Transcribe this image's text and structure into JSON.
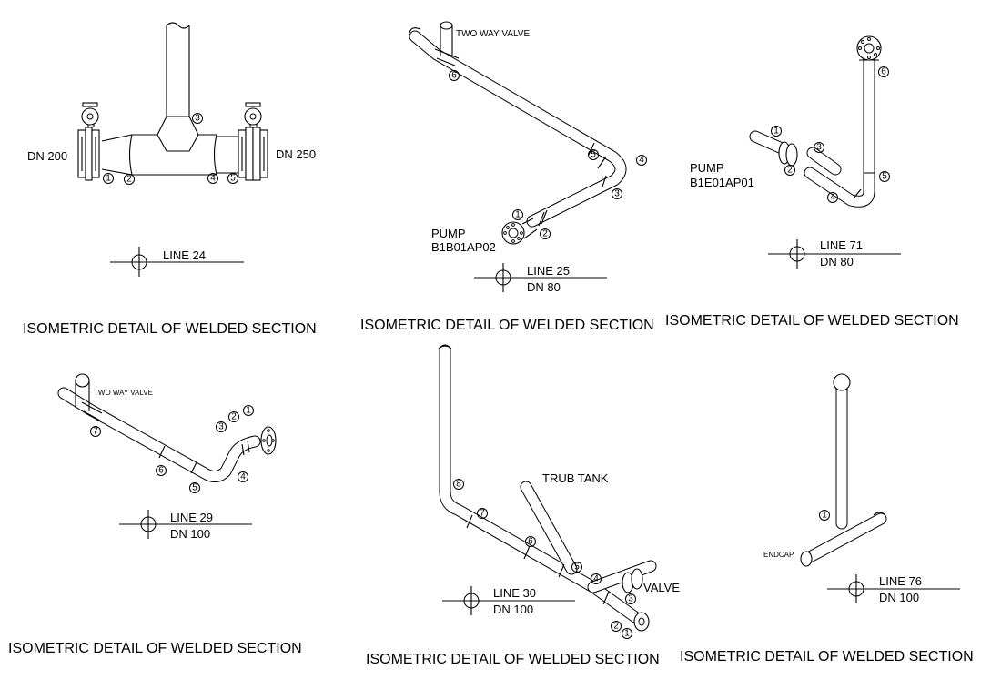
{
  "captions": {
    "c1": "ISOMETRIC DETAIL OF WELDED SECTION",
    "c2": "ISOMETRIC DETAIL OF WELDED SECTION",
    "c3": "ISOMETRIC DETAIL OF WELDED SECTION",
    "c4": "ISOMETRIC DETAIL OF WELDED SECTION",
    "c5": "ISOMETRIC DETAIL OF WELDED SECTION",
    "c6": "ISOMETRIC DETAIL OF WELDED SECTION"
  },
  "lines": {
    "l1": {
      "line": "LINE 24"
    },
    "l2": {
      "line": "LINE 25",
      "dn": "DN 80"
    },
    "l3": {
      "line": "LINE 71",
      "dn": "DN 80"
    },
    "l4": {
      "line": "LINE 29",
      "dn": "DN 100"
    },
    "l5": {
      "line": "LINE 30",
      "dn": "DN 100"
    },
    "l6": {
      "line": "LINE 76",
      "dn": "DN 100"
    }
  },
  "labels": {
    "dn200": "DN 200",
    "dn250": "DN 250",
    "valve2": "TWO WAY VALVE",
    "pump2a": "PUMP",
    "pump2b": "B1B01AP02",
    "pump3a": "PUMP",
    "pump3b": "B1E01AP01",
    "valve4": "TWO WAY VALVE",
    "trub": "TRUB TANK",
    "valve5": "VALVE",
    "endcap": "ENDCAP"
  },
  "weld_numbers": {
    "d1": [
      "1",
      "2",
      "3",
      "4",
      "5"
    ],
    "d2": [
      "1",
      "2",
      "3",
      "4",
      "5",
      "6"
    ],
    "d3": [
      "1",
      "2",
      "3",
      "4",
      "5",
      "6"
    ],
    "d4": [
      "1",
      "2",
      "3",
      "4",
      "5",
      "6",
      "7"
    ],
    "d5": [
      "1",
      "2",
      "3",
      "4",
      "5",
      "6",
      "7",
      "8"
    ],
    "d6": [
      "1"
    ]
  }
}
